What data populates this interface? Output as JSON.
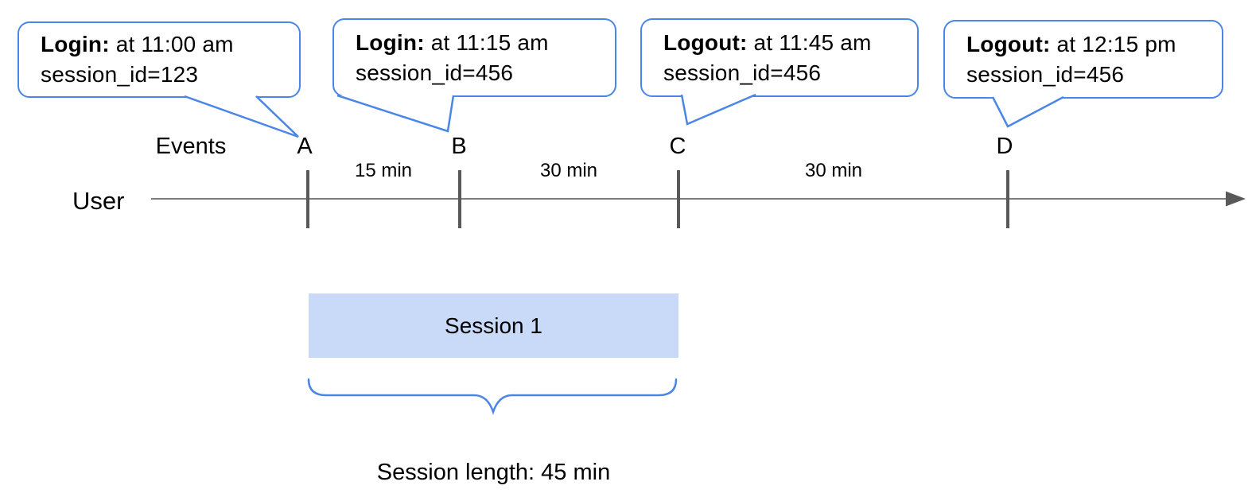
{
  "colors": {
    "accent": "#4a86e8",
    "box_fill": "#c9daf8",
    "line": "#7d7d7d",
    "tick": "#595959"
  },
  "callouts": [
    {
      "bold": "Login:",
      "rest": " at 11:00 am",
      "line2": "session_id=123"
    },
    {
      "bold": "Login:",
      "rest": " at 11:15 am",
      "line2": "session_id=456"
    },
    {
      "bold": "Logout:",
      "rest": " at 11:45 am",
      "line2": "session_id=456"
    },
    {
      "bold": "Logout:",
      "rest": " at 12:15 pm",
      "line2": "session_id=456"
    }
  ],
  "timeline": {
    "events_label": "Events",
    "user_label": "User",
    "tick_letters": [
      "A",
      "B",
      "C",
      "D"
    ],
    "interval_labels": [
      "15 min",
      "30 min",
      "30 min"
    ]
  },
  "session": {
    "box_label": "Session 1",
    "length_label": "Session length: 45 min"
  }
}
